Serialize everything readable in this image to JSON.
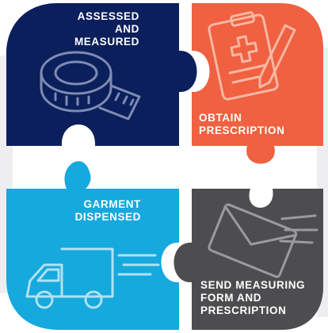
{
  "colors": {
    "navy": "#0b1f5c",
    "orange": "#ef6140",
    "cyan": "#15a9dd",
    "charcoal": "#4d4d4f",
    "page_gray": "#eeeef0",
    "icon_stroke_light": "#ffffff",
    "icon_stroke_navy": "#7f8bb3",
    "icon_stroke_orange": "#f8b7a5",
    "icon_stroke_cyan": "#aee2f5",
    "icon_stroke_charcoal": "#9b9b9d"
  },
  "pieces": [
    {
      "step": "assessed",
      "lines": [
        "ASSESSED",
        "AND",
        "MEASURED"
      ],
      "icon": "tape-measure-icon"
    },
    {
      "step": "obtain",
      "lines": [
        "OBTAIN",
        "PRESCRIPTION"
      ],
      "icon": "clipboard-prescription-icon"
    },
    {
      "step": "garment",
      "lines": [
        "GARMENT",
        "DISPENSED"
      ],
      "icon": "delivery-truck-icon"
    },
    {
      "step": "send",
      "lines": [
        "SEND MEASURING",
        "FORM AND",
        "PRESCRIPTION"
      ],
      "icon": "envelope-icon"
    }
  ]
}
